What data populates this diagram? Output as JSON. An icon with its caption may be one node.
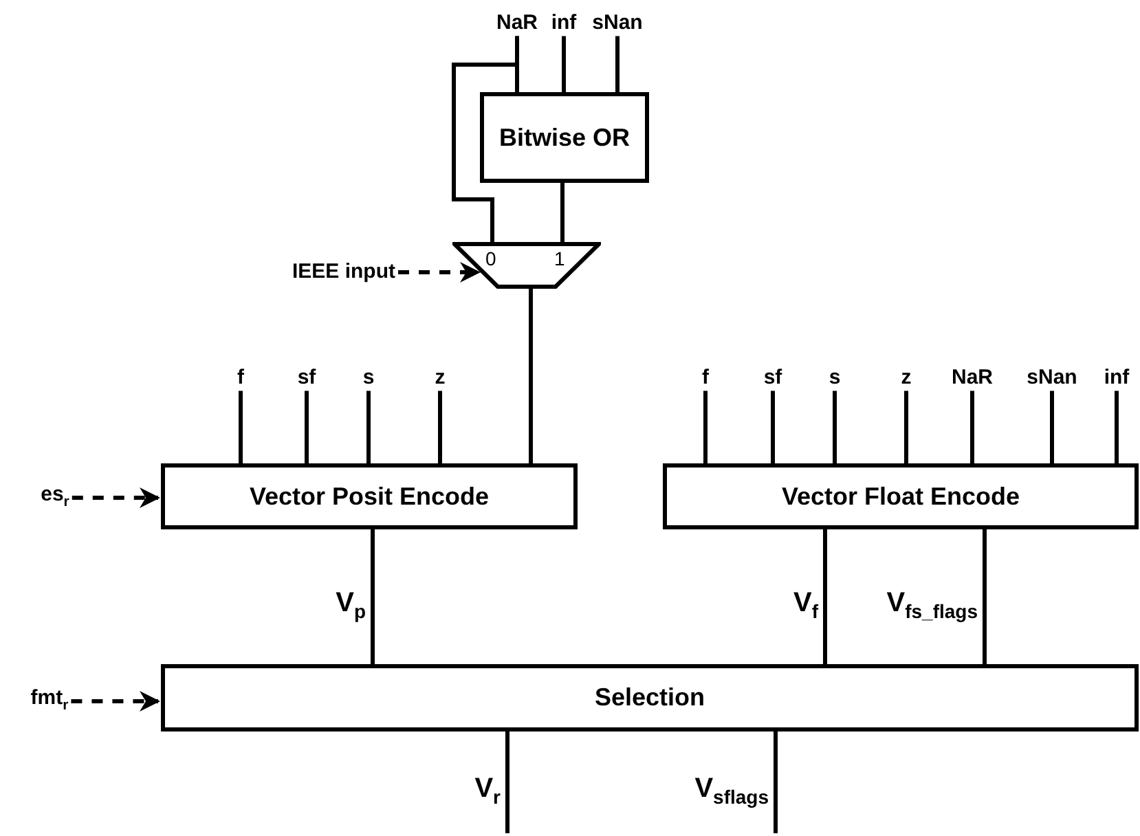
{
  "diagram": {
    "nodes": [
      {
        "text": [
          "NaR"
        ]
      },
      {
        "text": [
          "inf"
        ]
      },
      {
        "text": [
          "sNan"
        ]
      },
      {
        "text": [
          "Bitwise OR"
        ]
      },
      {
        "text": [
          "0",
          "1"
        ]
      },
      {
        "text": [
          "IEEE input"
        ]
      },
      {
        "text": [
          "f"
        ]
      },
      {
        "text": [
          "sf"
        ]
      },
      {
        "text": [
          "s"
        ]
      },
      {
        "text": [
          "z"
        ]
      },
      {
        "text": [
          "f"
        ]
      },
      {
        "text": [
          "sf"
        ]
      },
      {
        "text": [
          "s"
        ]
      },
      {
        "text": [
          "z"
        ]
      },
      {
        "text": [
          "NaR"
        ]
      },
      {
        "text": [
          "sNan"
        ]
      },
      {
        "text": [
          "inf"
        ]
      },
      {
        "text": [
          "es$_{r}$"
        ]
      },
      {
        "text": [
          "Vector Posit Encode"
        ]
      },
      {
        "text": [
          "Vector Float Encode"
        ]
      },
      {
        "text": [
          "fmt$_{r}$"
        ]
      },
      {
        "text": [
          "Selection"
        ]
      }
    ],
    "edges": [
      {
        "from": 0,
        "to": 3,
        "arrow": "none"
      },
      {
        "from": 1,
        "to": 3,
        "arrow": "none"
      },
      {
        "from": 2,
        "to": 3,
        "arrow": "none"
      },
      {
        "from": 0,
        "to": 4,
        "arrow": "none"
      },
      {
        "from": 3,
        "to": 4,
        "arrow": "none"
      },
      {
        "from": 5,
        "to": 4,
        "arrow": "to",
        "style": "dashed"
      },
      {
        "from": 6,
        "to": 18,
        "arrow": "none"
      },
      {
        "from": 7,
        "to": 18,
        "arrow": "none"
      },
      {
        "from": 8,
        "to": 18,
        "arrow": "none"
      },
      {
        "from": 9,
        "to": 18,
        "arrow": "none"
      },
      {
        "from": 4,
        "to": 18,
        "arrow": "none"
      },
      {
        "from": 10,
        "to": 19,
        "arrow": "none"
      },
      {
        "from": 11,
        "to": 19,
        "arrow": "none"
      },
      {
        "from": 12,
        "to": 19,
        "arrow": "none"
      },
      {
        "from": 13,
        "to": 19,
        "arrow": "none"
      },
      {
        "from": 14,
        "to": 19,
        "arrow": "none"
      },
      {
        "from": 15,
        "to": 19,
        "arrow": "none"
      },
      {
        "from": 16,
        "to": 19,
        "arrow": "none"
      },
      {
        "from": 17,
        "to": 18,
        "arrow": "to",
        "style": "dashed"
      },
      {
        "from": 18,
        "to": 21,
        "arrow": "none",
        "label": "V$_{p}$"
      },
      {
        "from": 19,
        "to": 21,
        "arrow": "none",
        "label": "V$_{f}$"
      },
      {
        "from": 19,
        "to": 21,
        "arrow": "none",
        "label": "V$_{fs_flags}$"
      },
      {
        "from": 20,
        "to": 21,
        "arrow": "to",
        "style": "dashed"
      },
      {
        "from": 21,
        "to": null,
        "arrow": "none",
        "label": "V$_{r}$"
      },
      {
        "from": 21,
        "to": null,
        "arrow": "none",
        "label": "V$_{sflags}$"
      }
    ]
  }
}
